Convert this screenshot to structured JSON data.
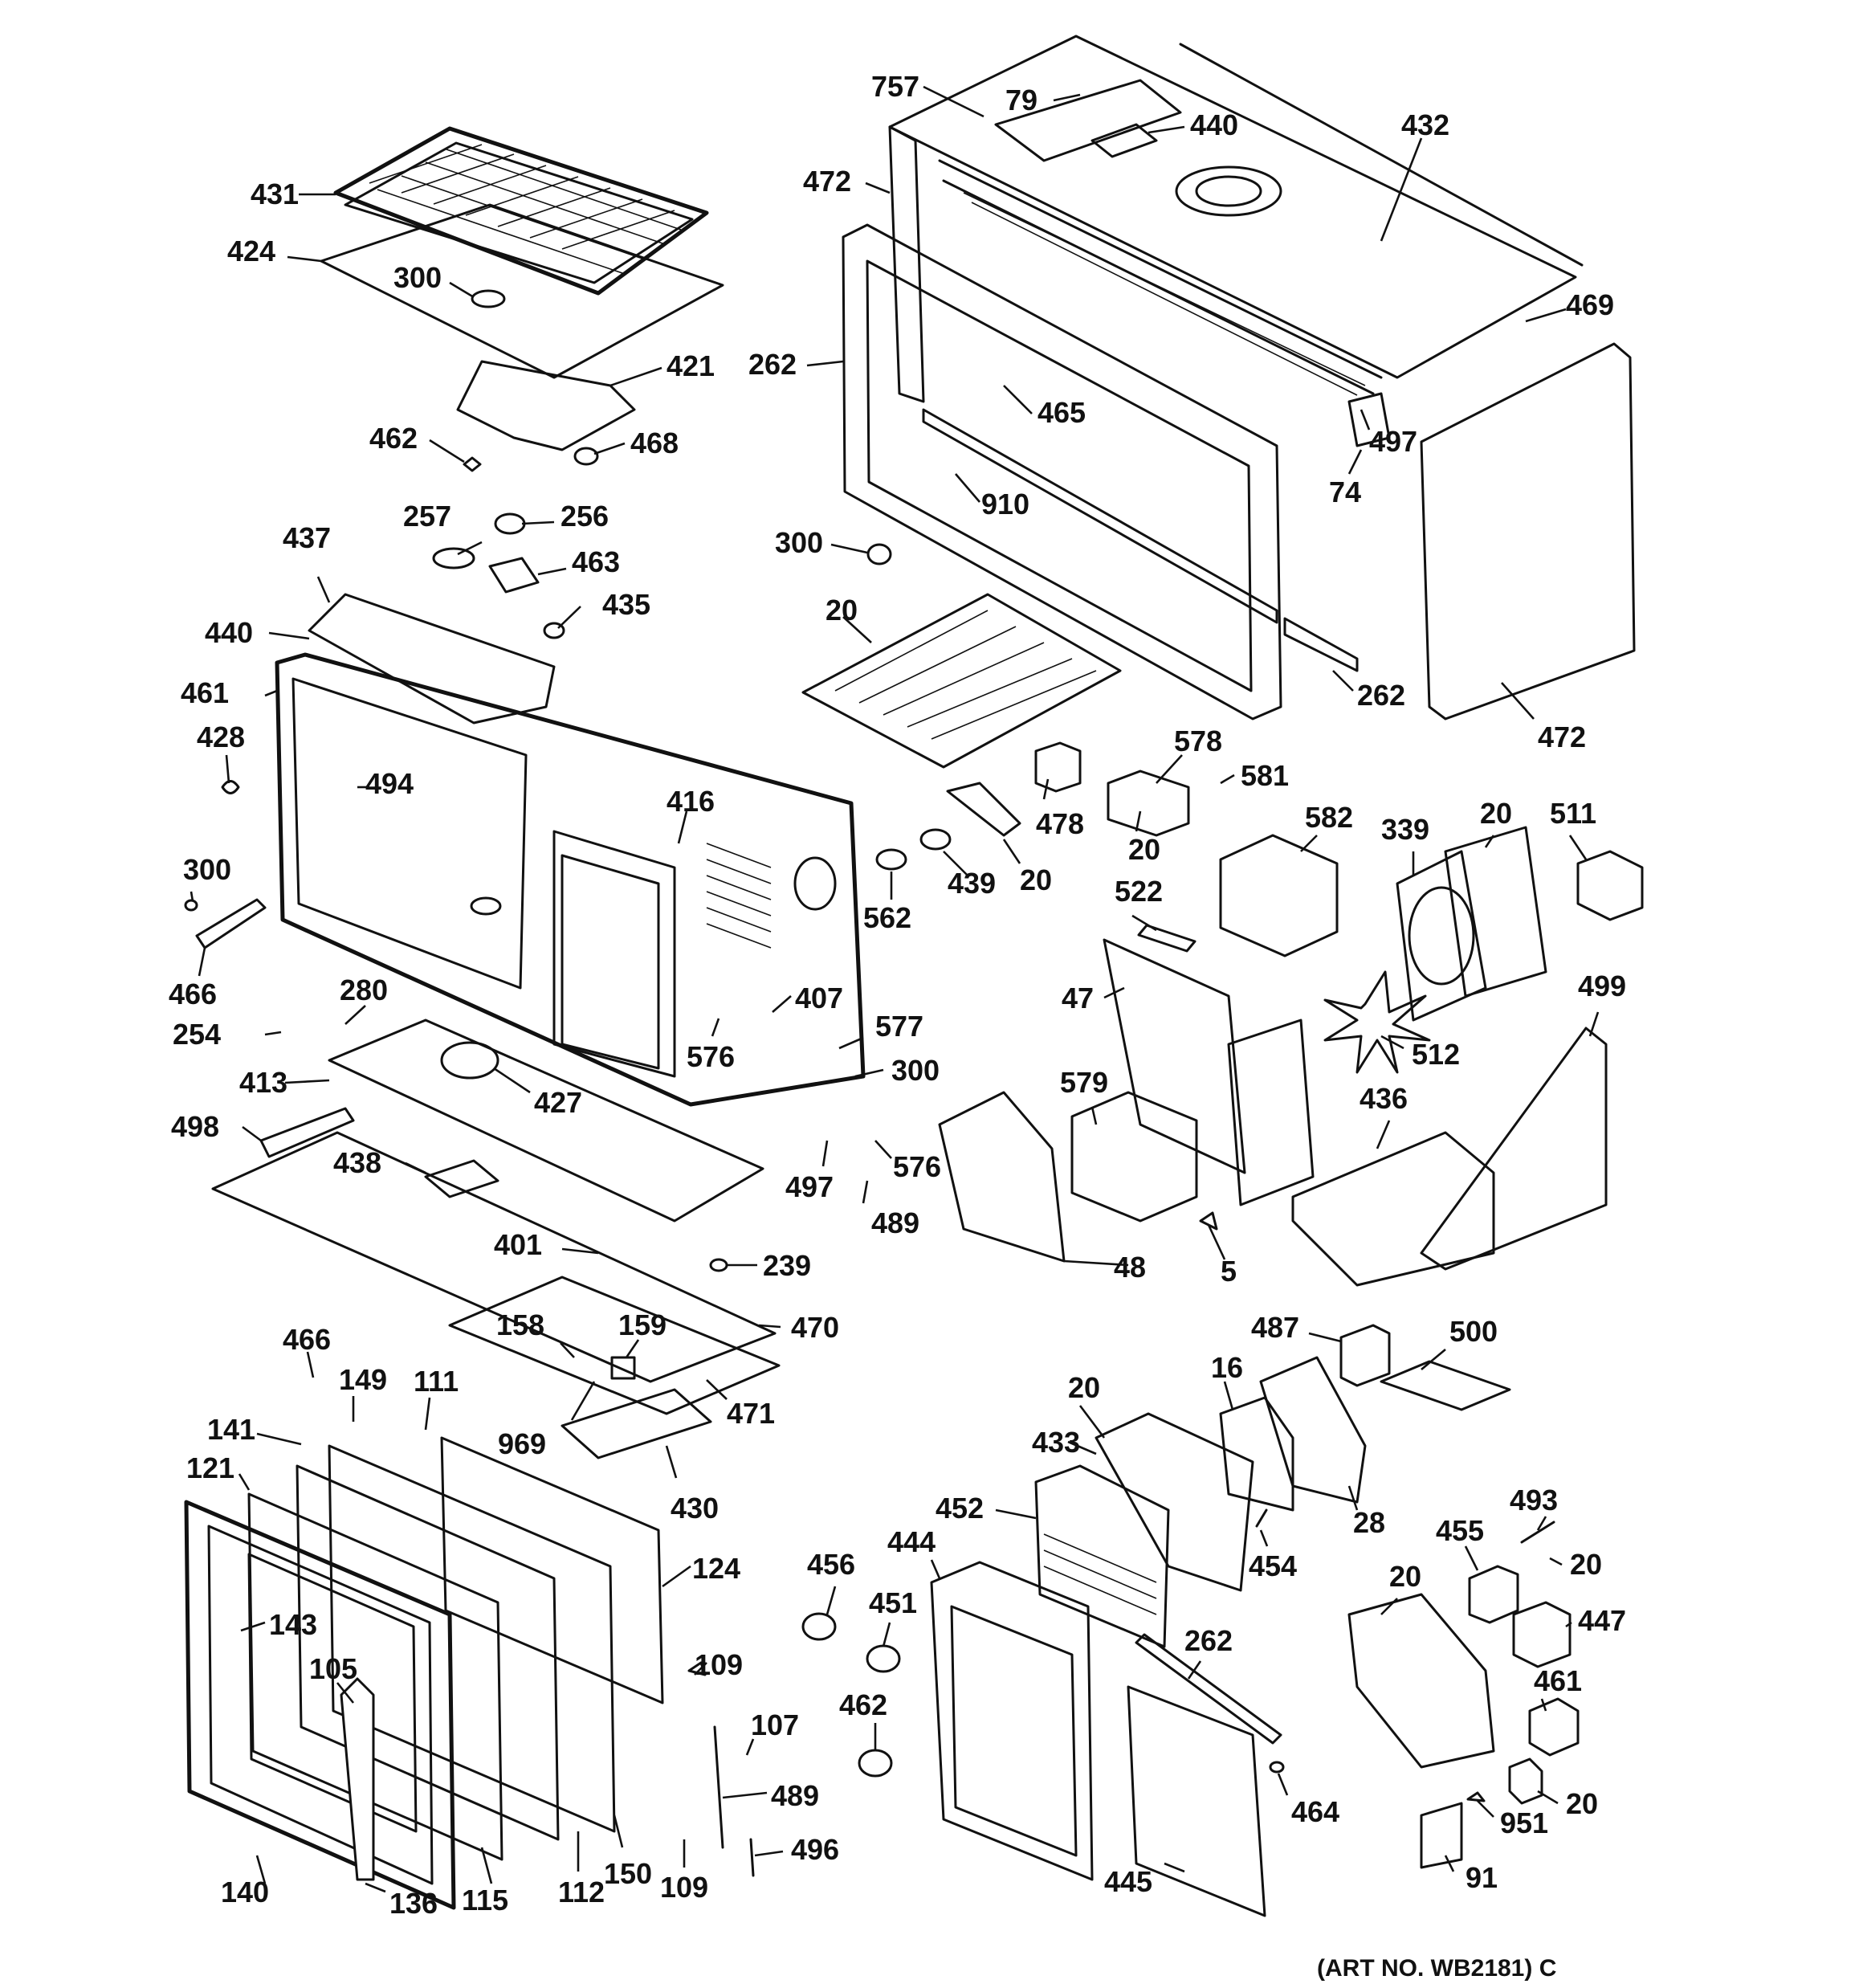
{
  "art_number": "(ART NO. WB2181) C",
  "callouts": {
    "c757": "757",
    "c79": "79",
    "c440a": "440",
    "c432": "432",
    "c472a": "472",
    "c431": "431",
    "c424": "424",
    "c300a": "300",
    "c421": "421",
    "c462a": "462",
    "c468": "468",
    "c262a": "262",
    "c465": "465",
    "c497a": "497",
    "c469": "469",
    "c74": "74",
    "c910": "910",
    "c472b": "472",
    "c262b": "262",
    "c300b": "300",
    "c20a": "20",
    "c257": "257",
    "c256": "256",
    "c463": "463",
    "c435": "435",
    "c437": "437",
    "c440b": "440",
    "c461a": "461",
    "c428": "428",
    "c494": "494",
    "c300c": "300",
    "c466a": "466",
    "c416": "416",
    "c280": "280",
    "c254": "254",
    "c413": "413",
    "c427": "427",
    "c498": "498",
    "c438": "438",
    "c576a": "576",
    "c407": "407",
    "c577": "577",
    "c300d": "300",
    "c497b": "497",
    "c576b": "576",
    "c489a": "489",
    "c401": "401",
    "c239": "239",
    "c470": "470",
    "c158": "158",
    "c159": "159",
    "c471": "471",
    "c969": "969",
    "c430": "430",
    "c466b": "466",
    "c149": "149",
    "c111": "111",
    "c141": "141",
    "c121": "121",
    "c124": "124",
    "c143": "143",
    "c105": "105",
    "c140": "140",
    "c115": "115",
    "c112": "112",
    "c150": "150",
    "c136": "136",
    "c109a": "109",
    "c107": "107",
    "c489b": "489",
    "c109b": "109",
    "c496": "496",
    "c578": "578",
    "c581": "581",
    "c478": "478",
    "c20b": "20",
    "c439": "439",
    "c20c": "20",
    "c562": "562",
    "c582": "582",
    "c339": "339",
    "c20d": "20",
    "c511": "511",
    "c522": "522",
    "c47": "47",
    "c499": "499",
    "c512": "512",
    "c579": "579",
    "c436": "436",
    "c48": "48",
    "c5": "5",
    "c487": "487",
    "c500": "500",
    "c16": "16",
    "c20e": "20",
    "c433": "433",
    "c28": "28",
    "c452": "452",
    "c454": "454",
    "c493": "493",
    "c20f": "20",
    "c456": "456",
    "c444": "444",
    "c451": "451",
    "c455": "455",
    "c20g": "20",
    "c447": "447",
    "c262c": "262",
    "c462b": "462",
    "c461b": "461",
    "c464": "464",
    "c20h": "20",
    "c951": "951",
    "c445": "445",
    "c91": "91"
  }
}
